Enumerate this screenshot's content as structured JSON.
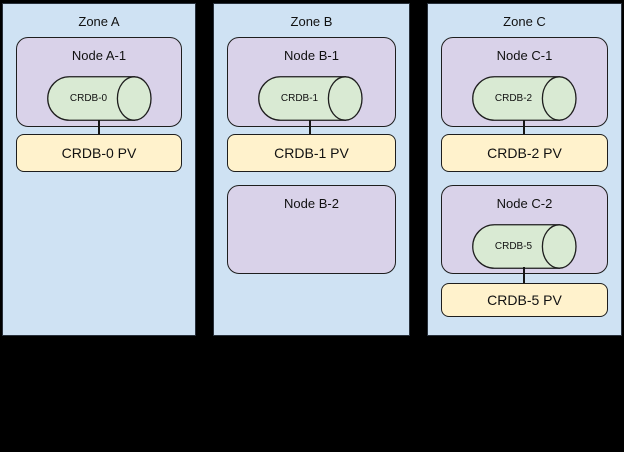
{
  "canvas": {
    "background": "#000000"
  },
  "colors": {
    "zone_fill": "#cfe2f3",
    "node_fill": "#d9d2e9",
    "pod_fill": "#d9ead3",
    "pv_fill": "#fff2cc",
    "border": "#1e1e1e",
    "text": "#111111"
  },
  "zones": [
    {
      "title": "Zone A",
      "nodes": [
        {
          "title": "Node A-1",
          "pod": {
            "label": "CRDB-0"
          },
          "pv": {
            "label": "CRDB-0 PV"
          }
        }
      ]
    },
    {
      "title": "Zone B",
      "nodes": [
        {
          "title": "Node B-1",
          "pod": {
            "label": "CRDB-1"
          },
          "pv": {
            "label": "CRDB-1 PV"
          }
        },
        {
          "title": "Node B-2"
        }
      ]
    },
    {
      "title": "Zone C",
      "nodes": [
        {
          "title": "Node C-1",
          "pod": {
            "label": "CRDB-2"
          },
          "pv": {
            "label": "CRDB-2 PV"
          }
        },
        {
          "title": "Node C-2",
          "pod": {
            "label": "CRDB-5"
          },
          "pv": {
            "label": "CRDB-5 PV"
          }
        }
      ]
    }
  ]
}
